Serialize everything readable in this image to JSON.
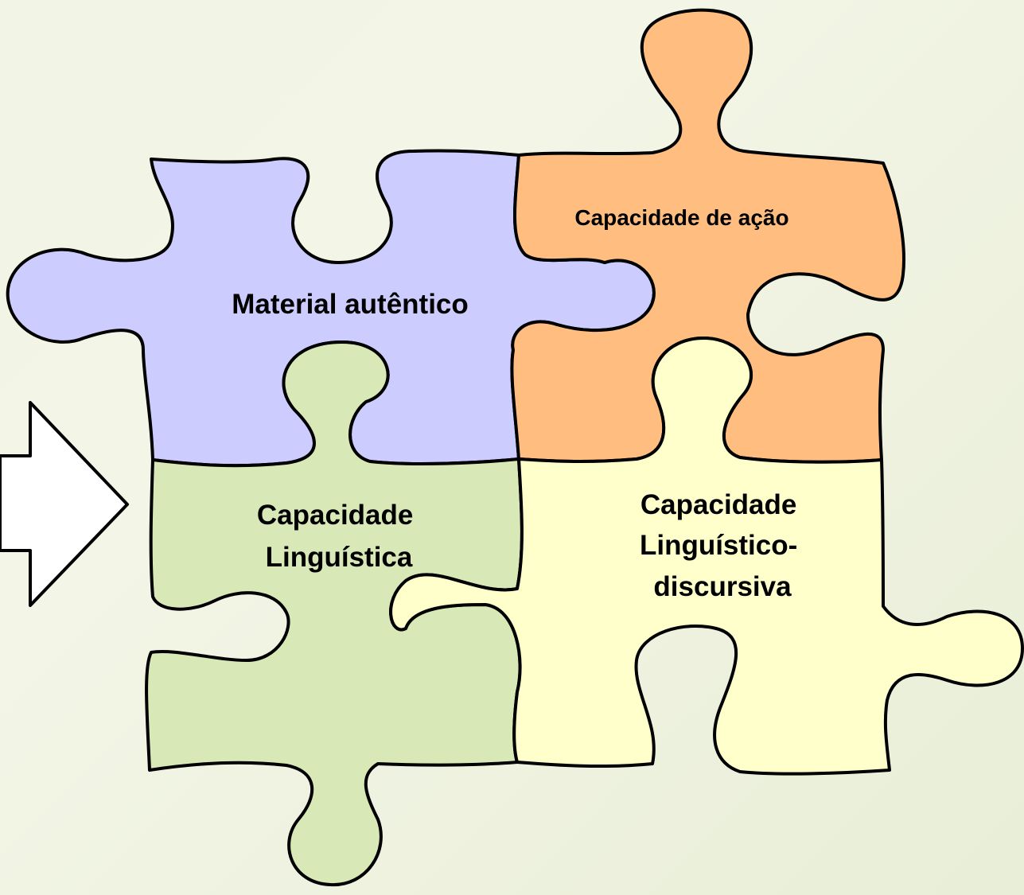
{
  "pieces": {
    "material": {
      "label": "Material autêntico",
      "color": "#ccccff"
    },
    "acao": {
      "label": "Capacidade de ação",
      "color": "#ffbe80"
    },
    "linguistica": {
      "lines": [
        "Capacidade",
        "Linguística"
      ],
      "color": "#d8e8b6"
    },
    "discursiva": {
      "lines": [
        "Capacidade",
        "Linguístico-",
        "discursiva"
      ],
      "color": "#ffffcc"
    }
  },
  "arrow": {
    "color": "#ffffff"
  }
}
